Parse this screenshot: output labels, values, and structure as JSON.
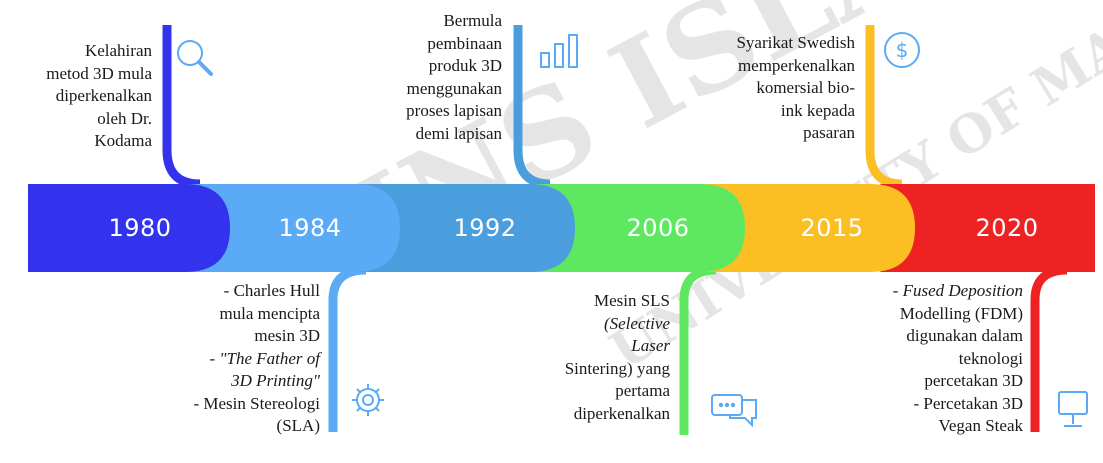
{
  "watermark": {
    "text_main": "INS ISLAM",
    "text_ring": "UNIVERSITY OF MALAYSIA"
  },
  "colors": {
    "1980": "#3333ee",
    "1984": "#5aaaf5",
    "1992": "#4b9edd",
    "2006": "#5de860",
    "2015": "#fbbf24",
    "2020": "#ee2222"
  },
  "milestones": [
    {
      "year": "1980",
      "icon": "magnifier-icon",
      "lines": [
        "Kelahiran",
        "metod 3D mula",
        "diperkenalkan",
        "oleh Dr.",
        "Kodama"
      ]
    },
    {
      "year": "1984",
      "icon": "gear-icon",
      "lines": [
        "-  Charles Hull",
        "mula mencipta",
        "mesin 3D",
        "-  \"The Father of",
        "3D Printing\"",
        "-  Mesin Stereologi",
        "(SLA)"
      ]
    },
    {
      "year": "1992",
      "icon": "bar-chart-icon",
      "lines": [
        "Bermula",
        "pembinaan",
        "produk 3D",
        "menggunakan",
        "proses lapisan",
        "demi lapisan"
      ]
    },
    {
      "year": "2006",
      "icon": "chat-bubbles-icon",
      "lines": [
        "Mesin SLS",
        "(Selective",
        "Laser",
        "Sintering) yang",
        "pertama",
        "diperkenalkan"
      ]
    },
    {
      "year": "2015",
      "icon": "dollar-icon",
      "lines": [
        "Syarikat Swedish",
        "memperkenalkan",
        "komersial bio-",
        "ink kepada",
        "pasaran"
      ]
    },
    {
      "year": "2020",
      "icon": "monitor-icon",
      "lines": [
        "- Fused Deposition",
        "Modelling (FDM)",
        "digunakan dalam",
        "teknologi",
        "percetakan 3D",
        "- Percetakan 3D",
        "Vegan Steak"
      ]
    }
  ]
}
